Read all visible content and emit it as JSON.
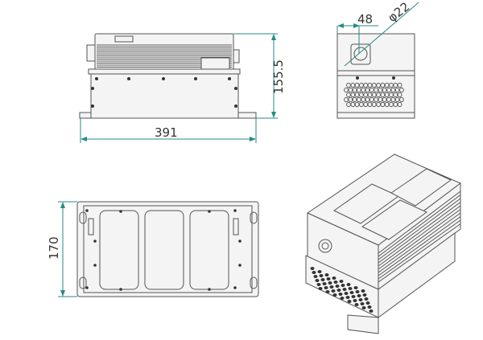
{
  "dimensions": {
    "length": "391",
    "height": "155.5",
    "connector_offset": "48",
    "connector_diameter": "φ22",
    "width": "170"
  },
  "colors": {
    "dimension_line": "#2a8a85",
    "outline": "#555555",
    "text": "#333333"
  }
}
